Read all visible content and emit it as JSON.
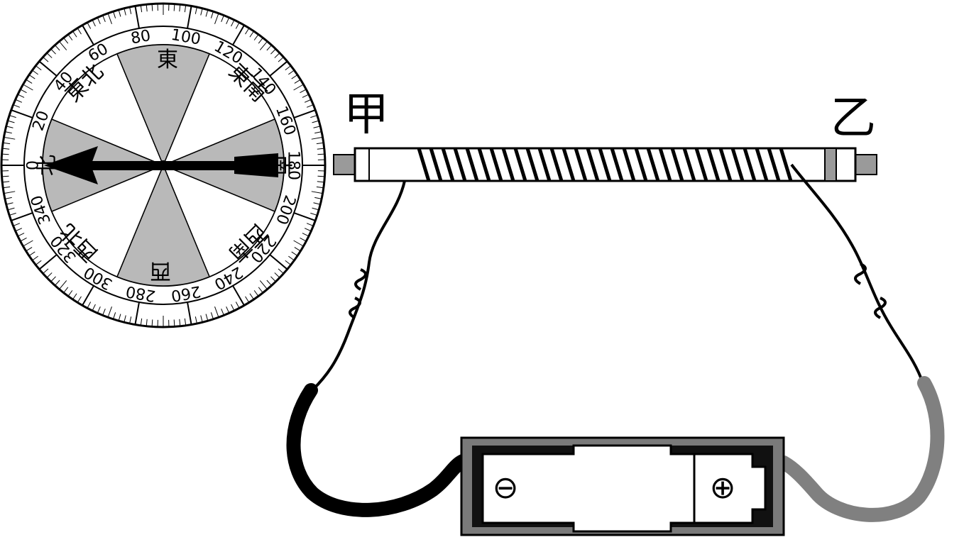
{
  "compass": {
    "degree_labels": [
      "0",
      "20",
      "40",
      "60",
      "80",
      "100",
      "120",
      "140",
      "160",
      "180",
      "200",
      "220",
      "240",
      "260",
      "280",
      "300",
      "320",
      "340"
    ],
    "directions": {
      "east": "東",
      "northeast": "東北",
      "southeast": "東南",
      "south": "南",
      "west": "西",
      "southwest": "西南",
      "northwest": "西北",
      "north": "北"
    },
    "needle_icon": "arrow-needle-icon",
    "colors": {
      "shaded": "#b9b9b9",
      "ring": "#ffffff",
      "line": "#000000"
    }
  },
  "coil": {
    "end_a_label": "甲",
    "end_b_label": "乙",
    "colors": {
      "tube": "#ffffff",
      "cap": "#9a9a9a",
      "wire": "#000000"
    }
  },
  "battery": {
    "negative_symbol": "⊖",
    "positive_symbol": "⊕",
    "colors": {
      "case": "#7a7a7a",
      "cell": "#ffffff"
    }
  },
  "wires": {
    "left_color": "#000000",
    "right_color": "#808080"
  }
}
